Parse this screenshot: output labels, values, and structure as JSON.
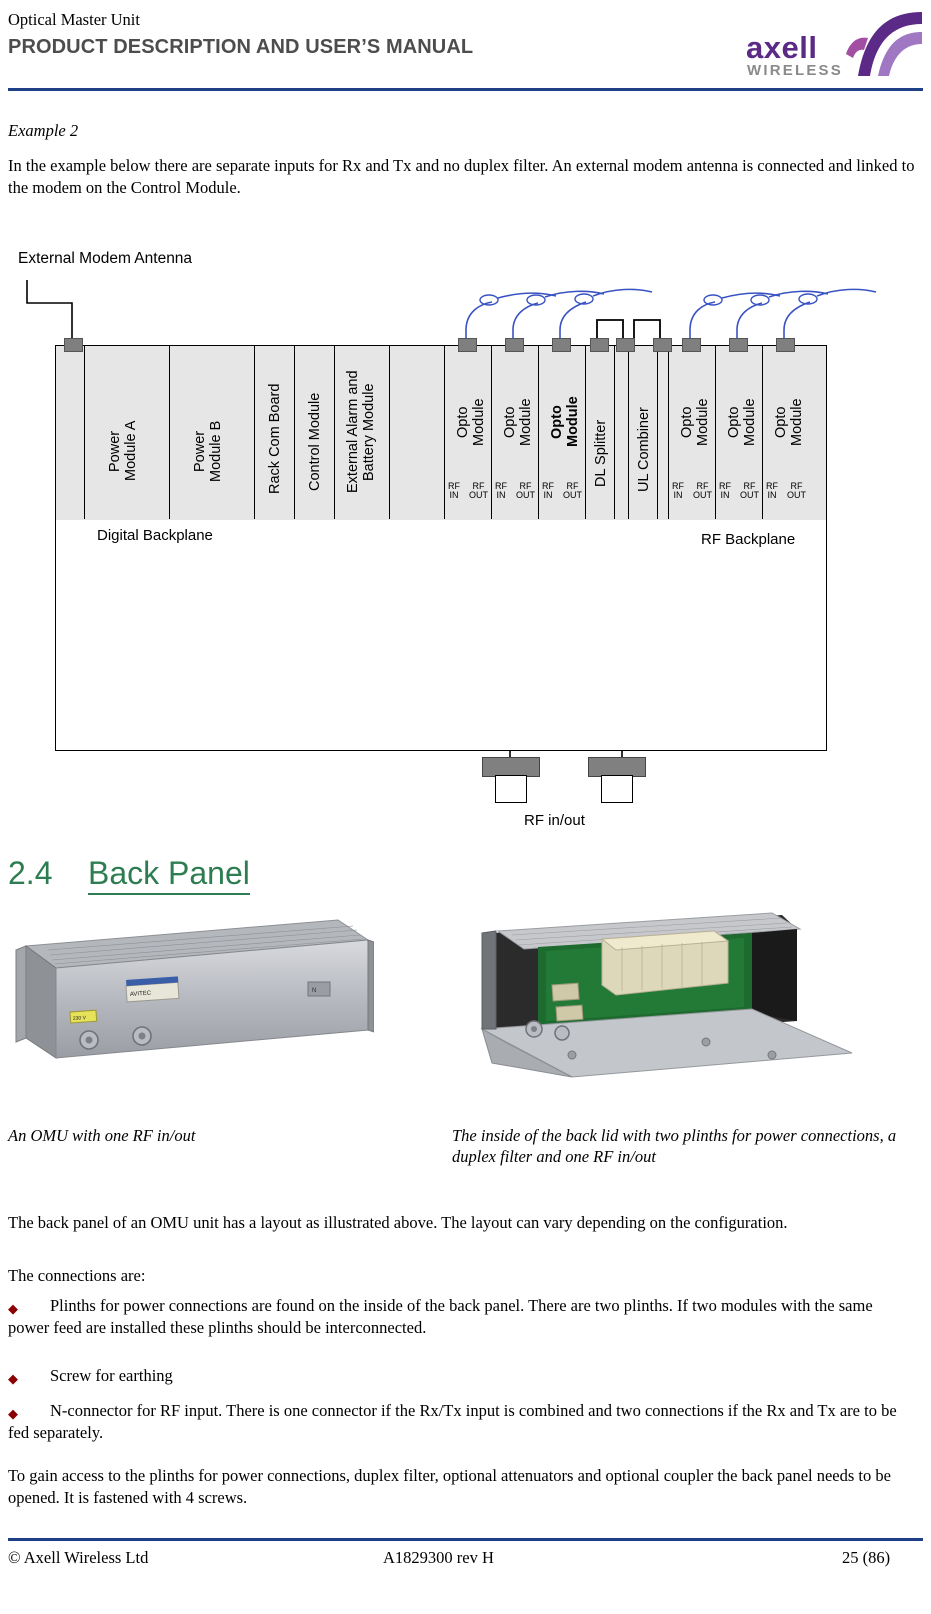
{
  "header": {
    "line1": "Optical Master Unit",
    "line2": "PRODUCT DESCRIPTION AND USER’S MANUAL",
    "logo_main": "axell",
    "logo_sub": "WIRELESS"
  },
  "intro": {
    "example_title": "Example 2",
    "paragraph": "In the example below there are separate inputs for Rx and Tx and no duplex filter.  An external modem antenna is connected and linked to the modem on the Control Module."
  },
  "diagram": {
    "external_antenna_label": "External Modem Antenna",
    "digital_backplane_label": "Digital Backplane",
    "rf_backplane_label": "RF Backplane",
    "rf_in_out_label": "RF in/out",
    "slots": [
      {
        "label": "Power\nModule A",
        "bold": false,
        "rf": null
      },
      {
        "label": "Power\nModule B",
        "bold": false,
        "rf": null
      },
      {
        "label": "Rack Com Board",
        "bold": false,
        "rf": null
      },
      {
        "label": "Control Module",
        "bold": false,
        "rf": null
      },
      {
        "label": "External Alarm and\nBattery Module",
        "bold": false,
        "rf": null
      },
      {
        "label": "Opto\nModule",
        "bold": false,
        "rf": [
          "RF IN",
          "RF OUT"
        ]
      },
      {
        "label": "Opto\nModule",
        "bold": false,
        "rf": [
          "RF IN",
          "RF OUT"
        ]
      },
      {
        "label": "Opto\nModule",
        "bold": true,
        "rf": [
          "RF IN",
          "RF OUT"
        ]
      },
      {
        "label": "DL Splitter",
        "bold": false,
        "rf": null
      },
      {
        "label": "UL Combiner",
        "bold": false,
        "rf": null
      },
      {
        "label": "Opto\nModule",
        "bold": false,
        "rf": [
          "RF IN",
          "RF OUT"
        ]
      },
      {
        "label": "Opto\nModule",
        "bold": false,
        "rf": [
          "RF IN",
          "RF OUT"
        ]
      },
      {
        "label": "Opto\nModule",
        "bold": false,
        "rf": [
          "RF IN",
          "RF OUT"
        ]
      }
    ]
  },
  "section": {
    "number": "2.4",
    "title": "Back Panel"
  },
  "captions": {
    "left": "An OMU with one RF in/out",
    "right": "The inside of the back lid with two plinths for power connections, a duplex filter and one RF in/out"
  },
  "body": {
    "p1": "The back panel of an OMU unit has a layout as illustrated above. The layout can vary depending on the configuration.",
    "p2": "The connections are:",
    "bullets": [
      "Plinths for power connections are found on the inside of the back panel. There are two plinths. If two modules with the same power feed are installed these plinths should be interconnected.",
      "Screw for earthing",
      "N-connector for RF input. There is one connector if the Rx/Tx input is combined and two connections if the Rx and Tx are to be fed separately."
    ],
    "p3": "To gain access to the plinths for power connections, duplex filter, optional attenuators and optional coupler the back panel needs to be opened. It is fastened with 4 screws."
  },
  "footer": {
    "left": "© Axell Wireless Ltd",
    "center": "A1829300 rev H",
    "right": "25 (86)"
  },
  "colors": {
    "rule": "#1f3f86",
    "heading_green": "#2e7d52",
    "logo_purple": "#5b2a86",
    "header_gray": "#4d4d4d"
  }
}
